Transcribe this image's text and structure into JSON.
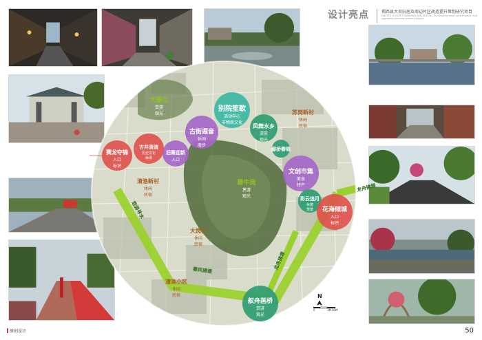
{
  "header": {
    "title": "设计亮点",
    "subtitle_cn": "揭西县大良旧居及周边片区改造提升策划研究项目",
    "subtitle_en": "MASTER CONCEPT PLANNING AND DESIGN - Surrounding area transformation and upgrading planning research project"
  },
  "footer": {
    "label": "原创设计",
    "page": "50"
  },
  "nodes": [
    {
      "title": "别院笙歌",
      "sub1": "活动中心",
      "sub2": "非物质文化",
      "color": "#3cb6a2"
    },
    {
      "title": "古街遐音",
      "sub1": "休闲",
      "sub2": "度步",
      "color": "#a667c8"
    },
    {
      "title": "凤舞水乡",
      "sub1": "游赏",
      "sub2": "观光",
      "color": "#2f9d72"
    },
    {
      "title": "廊桥春晓",
      "sub1": "",
      "sub2": "",
      "color": "#2f9d72"
    },
    {
      "title": "旧寨迎新",
      "sub1": "入口",
      "sub2": "",
      "color": "#a667c8"
    },
    {
      "title": "古井清流",
      "sub1": "历史文化",
      "sub2": "休闲",
      "color": "#e0524e"
    },
    {
      "title": "赛龙夺锦",
      "sub1": "入口",
      "sub2": "标识",
      "color": "#e0524e"
    },
    {
      "title": "文创市集",
      "sub1": "美食",
      "sub2": "特产",
      "color": "#a667c8"
    },
    {
      "title": "彩云追月",
      "sub1": "休憩",
      "sub2": "赏景",
      "color": "#2f9d72"
    },
    {
      "title": "花海倾城",
      "sub1": "入口",
      "sub2": "标识",
      "color": "#e0524e"
    },
    {
      "title": "舣舟画桥",
      "sub1": "赏游",
      "sub2": "观光",
      "color": "#2f9d72"
    }
  ],
  "areas": [
    {
      "title": "苏岗新村",
      "sub1": "休闲",
      "sub2": "民宿"
    },
    {
      "title": "清渔新村",
      "sub1": "休闲",
      "sub2": "民宿"
    },
    {
      "title": "大岗村",
      "sub1": "休闲",
      "sub2": "民宿"
    },
    {
      "title": "漕渔小区",
      "sub1": "休闲",
      "sub2": "民宿"
    }
  ],
  "hills": [
    {
      "title": "大泰山",
      "sub1": "赏游",
      "sub2": "观光"
    },
    {
      "title": "薛牛岗",
      "sub1": "赏游",
      "sub2": "观光"
    }
  ],
  "roads": [
    {
      "label": "龙舟拂堤"
    },
    {
      "label": "悠游寻水"
    },
    {
      "label": "春风拂堤"
    },
    {
      "label": "龙舟拂堤"
    }
  ],
  "compass": {
    "north": "N",
    "scale_start": "0",
    "scale_mid": "3M",
    "scale_end": "20M"
  },
  "colors": {
    "green_road": "#9bd12e",
    "map_bg": "#d9dccb",
    "photo_tone": "#5a6b4a"
  }
}
